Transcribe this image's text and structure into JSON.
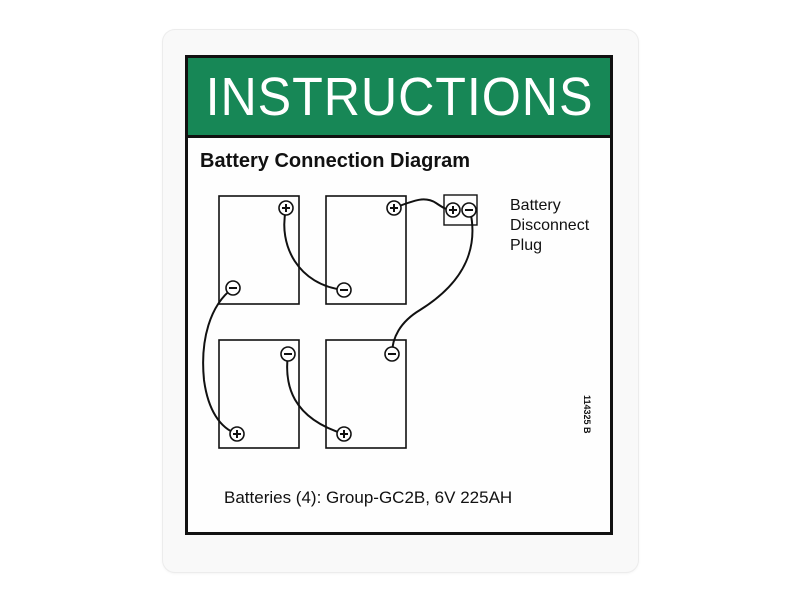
{
  "label": {
    "header": "INSTRUCTIONS",
    "diagram_title": "Battery Connection Diagram",
    "plug_label_lines": [
      "Battery",
      "Disconnect",
      "Plug"
    ],
    "part_number": "114325 B",
    "battery_spec": "Batteries (4): Group-GC2B, 6V 225AH"
  },
  "colors": {
    "banner_green": "#178756",
    "ink": "#111111"
  },
  "icons": {
    "positive": "plus-terminal-icon",
    "negative": "minus-terminal-icon"
  }
}
